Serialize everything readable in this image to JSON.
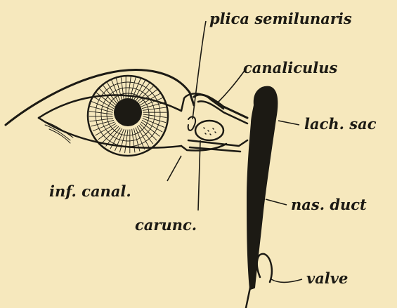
{
  "labels": {
    "plica_semilunaris": "plica semilunaris",
    "canaliculus": "canaliculus",
    "lach_sac": "lach. sac",
    "inf_canal": "inf. canal.",
    "nas_duct": "nas. duct",
    "carunc": "carunc.",
    "valve": "valve"
  },
  "colors": {
    "background": "#f6e8bd",
    "ink": "#1c1a14"
  }
}
